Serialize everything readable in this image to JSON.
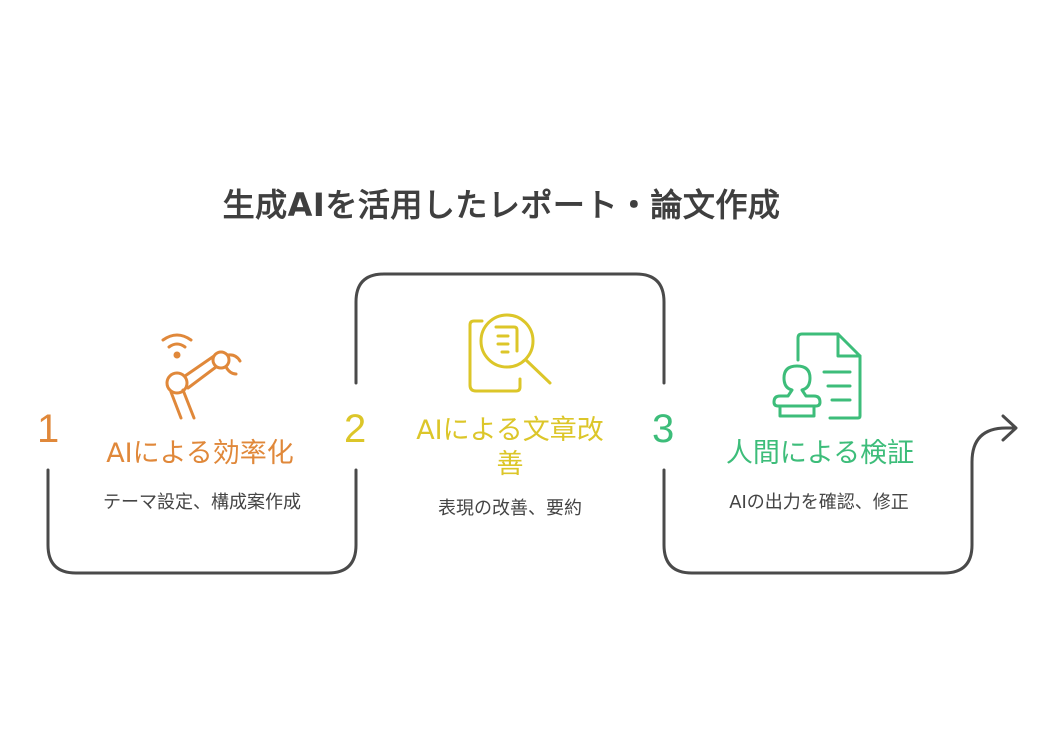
{
  "title": "生成AIを活用したレポート・論文作成",
  "colors": {
    "step1": "#e0883a",
    "step2": "#dcc629",
    "step3": "#3dbd7a",
    "line": "#4a4a4a",
    "title": "#3f3f3f"
  },
  "steps": [
    {
      "number": "1",
      "title": "AIによる効率化",
      "description": "テーマ設定、構成案作成",
      "icon": "robot-arm-wifi-icon"
    },
    {
      "number": "2",
      "title": "AIによる文章改善",
      "description": "表現の改善、要約",
      "icon": "document-magnifier-icon"
    },
    {
      "number": "3",
      "title": "人間による検証",
      "description": "AIの出力を確認、修正",
      "icon": "document-stamp-icon"
    }
  ]
}
